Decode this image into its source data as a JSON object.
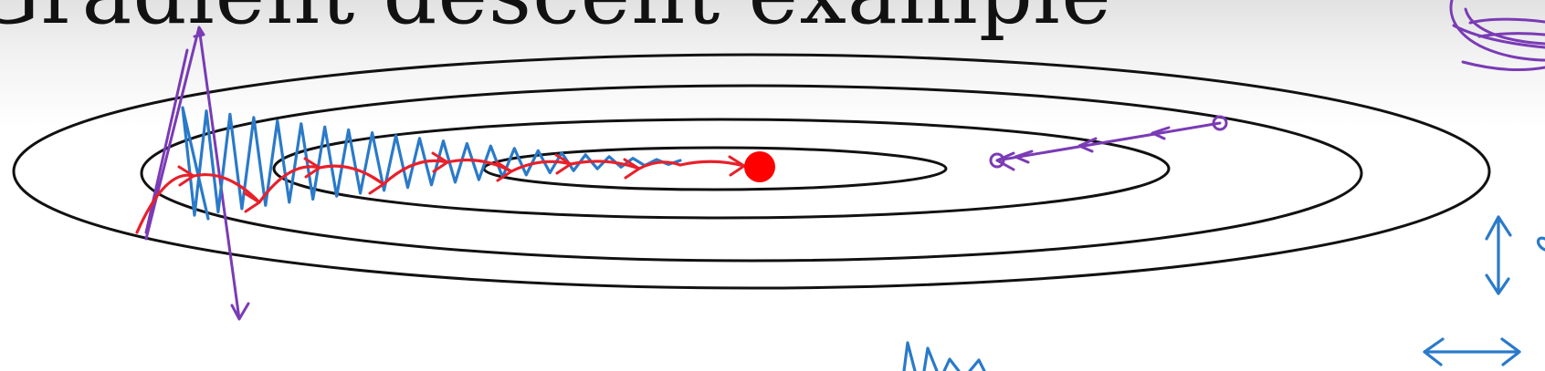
{
  "slide": {
    "title": "Gradient descent example"
  },
  "colors": {
    "contour": "#111111",
    "minimum": "#ff0000",
    "path_oscillating": "#2a7ac9",
    "path_momentum": "#e8202a",
    "annotation": "#7a3bb5"
  },
  "icons": [
    "minimum-point",
    "oscillation-arrow",
    "vertical-arrow",
    "horizontal-arrow"
  ]
}
